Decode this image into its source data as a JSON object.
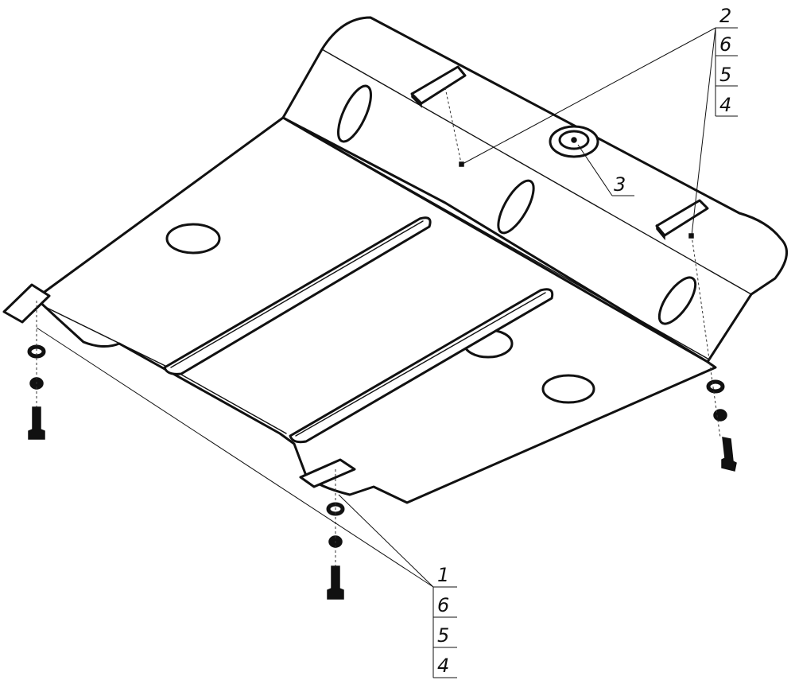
{
  "drawing": {
    "callouts": {
      "group_top": [
        "2",
        "6",
        "5",
        "4"
      ],
      "part_3": "3",
      "group_bottom": [
        "1",
        "6",
        "5",
        "4"
      ]
    }
  }
}
